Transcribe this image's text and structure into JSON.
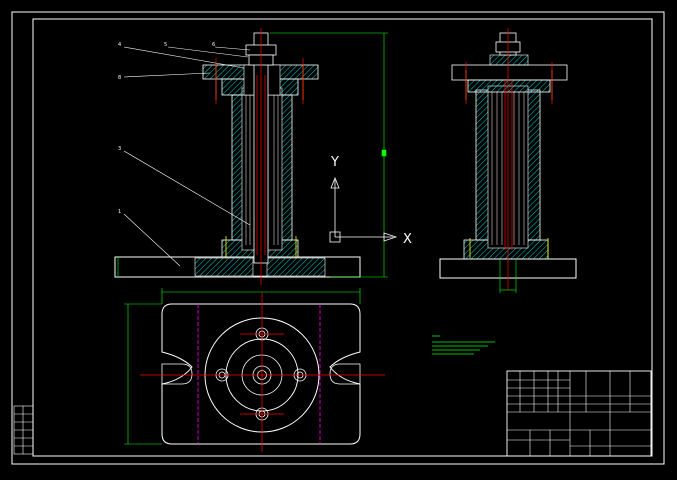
{
  "axes": {
    "y_label": "Y",
    "x_label": "X"
  },
  "balloons": [
    "4",
    "5",
    "6",
    "8",
    "3",
    "1"
  ],
  "colors": {
    "background": "#000000",
    "outline": "#ffffff",
    "centerline": "#ff0000",
    "hatch": "#00ffff",
    "dimension": "#00ff00",
    "hidden": "#ff00ff",
    "bolt": "#ffff00"
  }
}
